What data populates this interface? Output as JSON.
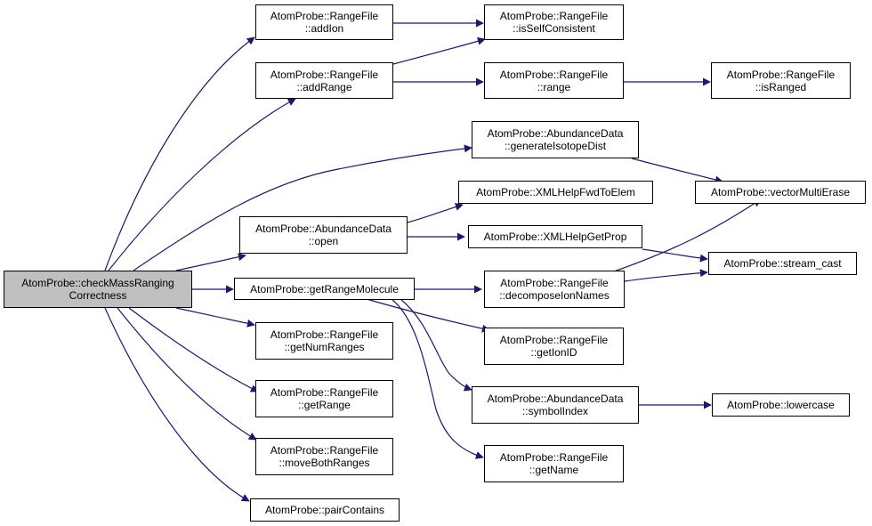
{
  "graph": {
    "nodes": {
      "root": [
        "AtomProbe::checkMassRanging",
        "Correctness"
      ],
      "addIon": [
        "AtomProbe::RangeFile",
        "::addIon"
      ],
      "addRange": [
        "AtomProbe::RangeFile",
        "::addRange"
      ],
      "isSelfConsistent": [
        "AtomProbe::RangeFile",
        "::isSelfConsistent"
      ],
      "range": [
        "AtomProbe::RangeFile",
        "::range"
      ],
      "isRanged": [
        "AtomProbe::RangeFile",
        "::isRanged"
      ],
      "generateIsotopeDist": [
        "AtomProbe::AbundanceData",
        "::generateIsotopeDist"
      ],
      "vectorMultiErase": [
        "AtomProbe::vectorMultiErase"
      ],
      "xmlFwdToElem": [
        "AtomProbe::XMLHelpFwdToElem"
      ],
      "abundanceOpen": [
        "AtomProbe::AbundanceData",
        "::open"
      ],
      "xmlGetProp": [
        "AtomProbe::XMLHelpGetProp"
      ],
      "streamCast": [
        "AtomProbe::stream_cast"
      ],
      "getRangeMolecule": [
        "AtomProbe::getRangeMolecule"
      ],
      "decomposeIonNames": [
        "AtomProbe::RangeFile",
        "::decomposeIonNames"
      ],
      "getNumRanges": [
        "AtomProbe::RangeFile",
        "::getNumRanges"
      ],
      "getIonID": [
        "AtomProbe::RangeFile",
        "::getIonID"
      ],
      "getRange": [
        "AtomProbe::RangeFile",
        "::getRange"
      ],
      "symbolIndex": [
        "AtomProbe::AbundanceData",
        "::symbolIndex"
      ],
      "lowercase": [
        "AtomProbe::lowercase"
      ],
      "moveBothRanges": [
        "AtomProbe::RangeFile",
        "::moveBothRanges"
      ],
      "getName": [
        "AtomProbe::RangeFile",
        "::getName"
      ],
      "pairContains": [
        "AtomProbe::pairContains"
      ]
    },
    "edge_color": "#191970",
    "root_fill": "#bfbfbf"
  }
}
